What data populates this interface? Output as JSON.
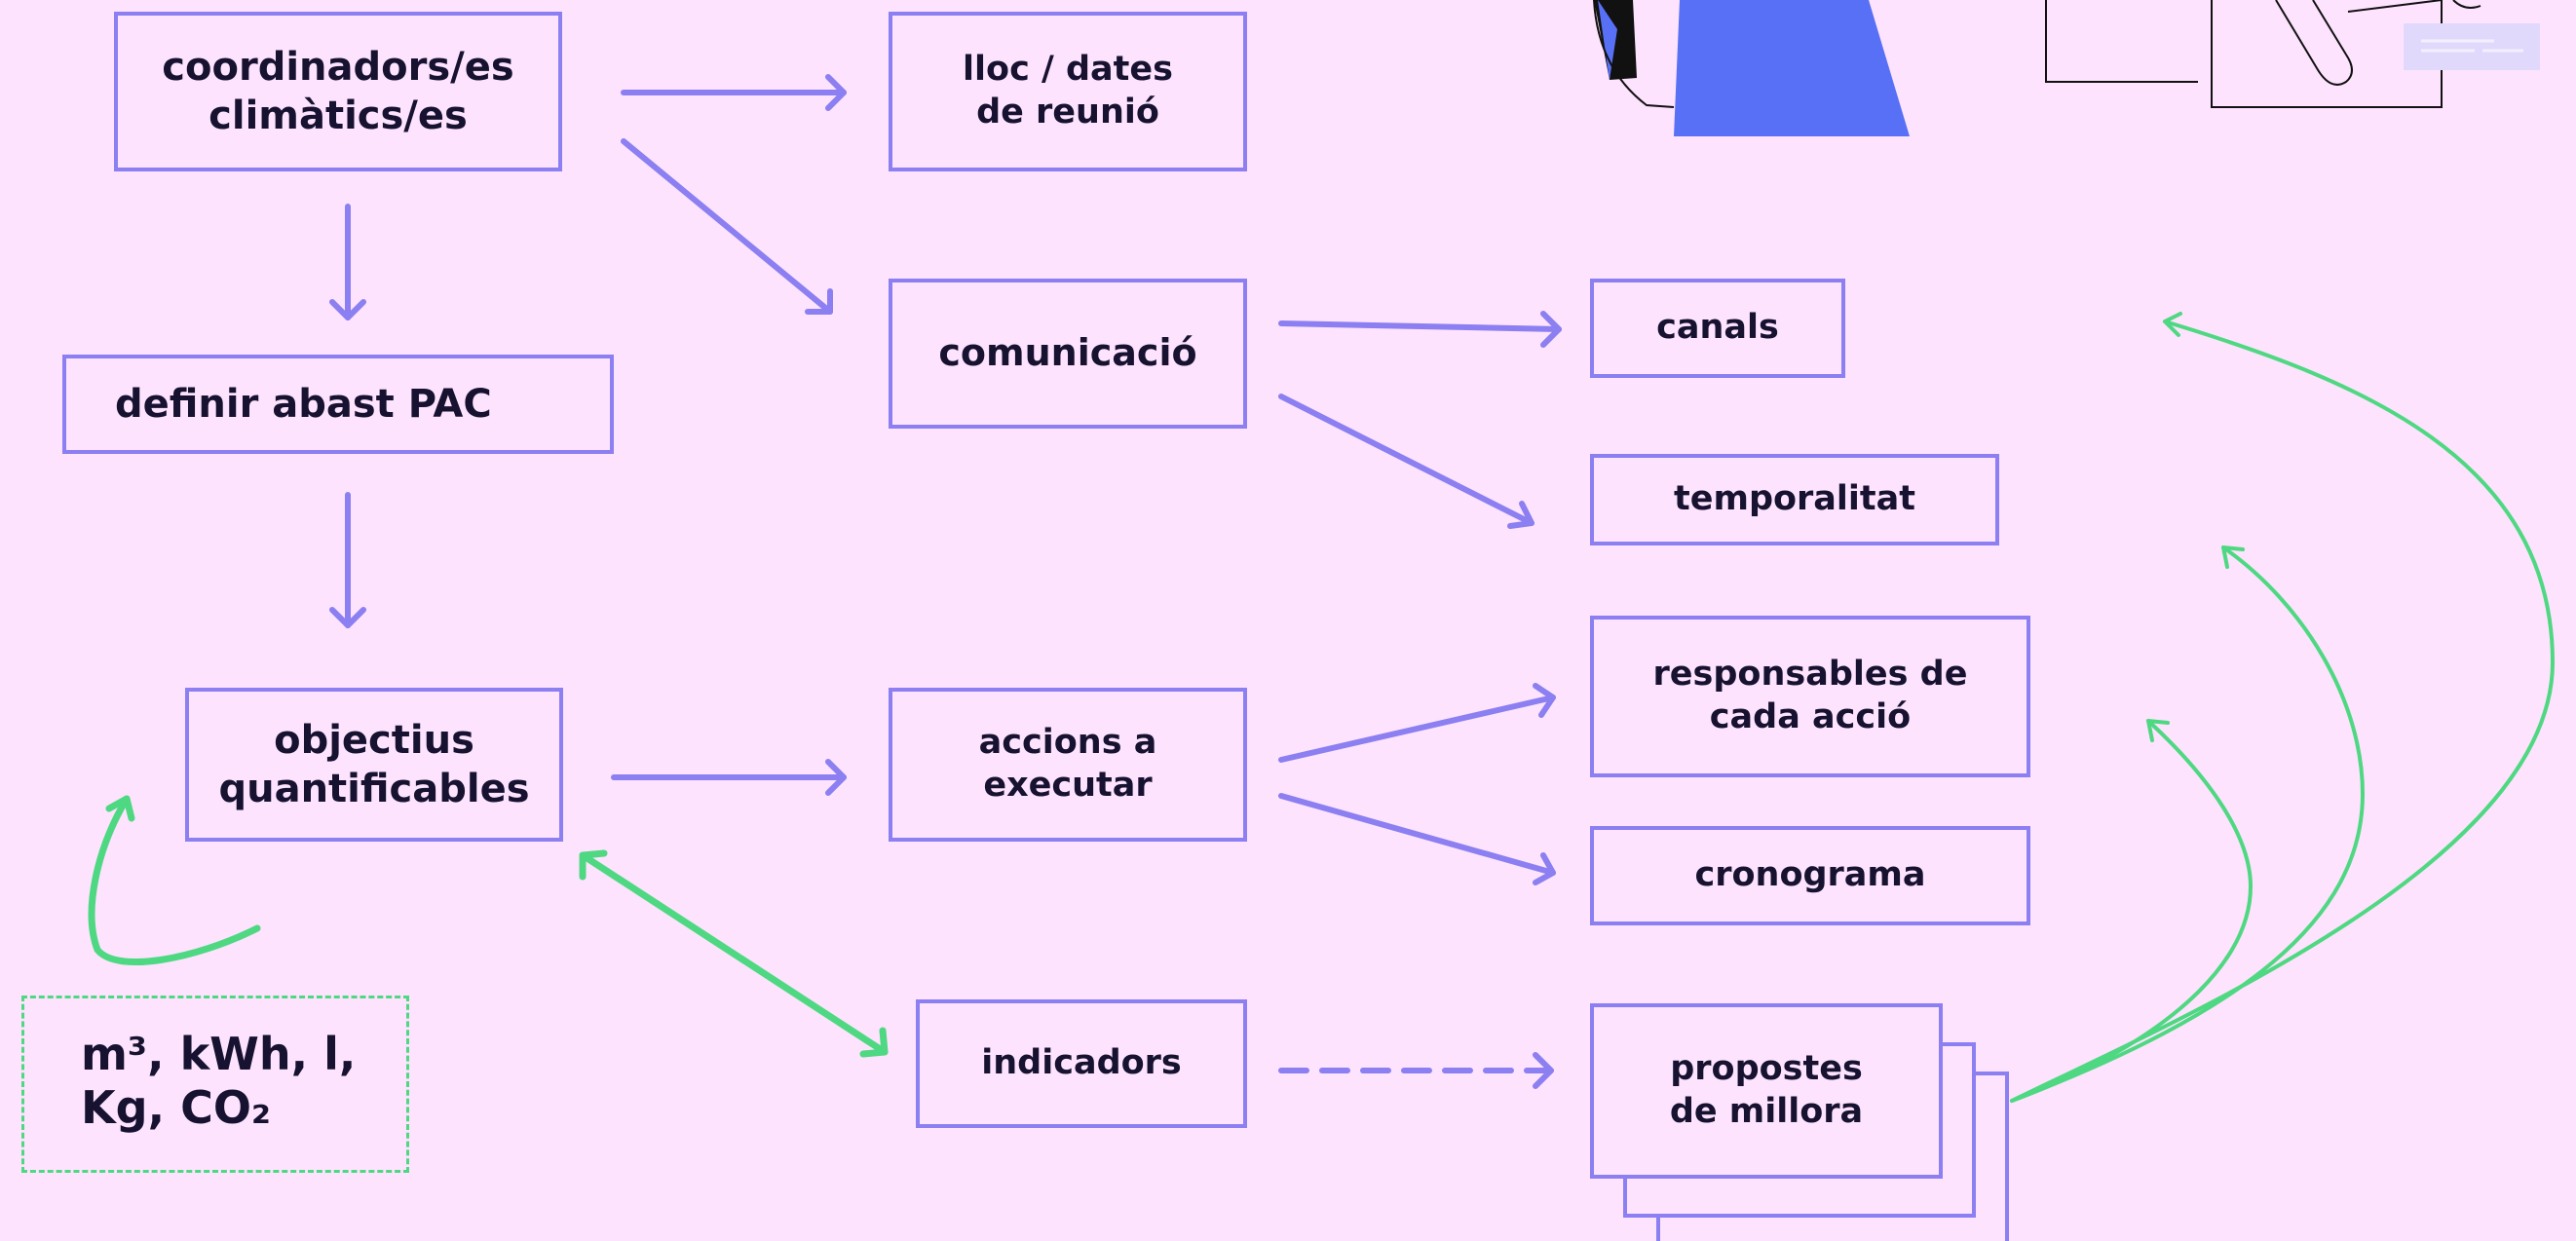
{
  "colors": {
    "background": "#fde3fd",
    "box_border": "#8b7ff1",
    "arrow": "#8b7ff1",
    "green_arrow": "#4fd882",
    "text": "#161230",
    "illustration_blue": "#5770f6"
  },
  "nodes": {
    "coordinadors": "coordinadors/es\nclimàtics/es",
    "lloc_dates": "lloc / dates\nde reunió",
    "comunicacio": "comunicació",
    "definir_abast": "definir abast PAC",
    "canals": "canals",
    "temporalitat": "temporalitat",
    "objectius": "objectius\nquantificables",
    "accions": "accions a\nexecutar",
    "responsables": "responsables de\ncada acció",
    "cronograma": "cronograma",
    "indicadors": "indicadors",
    "propostes": "propostes\nde millora"
  },
  "units_note": "m³, kWh, l,\nKg, CO₂"
}
